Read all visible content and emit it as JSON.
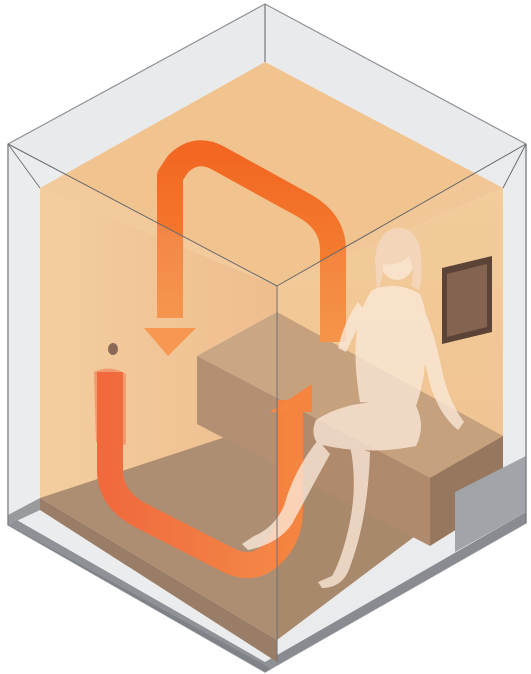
{
  "diagram": {
    "colors": {
      "background": "#ffffff",
      "glass_frame": "#c9cbcf",
      "floor_base": "#7f8287",
      "wall_back": "#f3c491",
      "wall_left": "#f0bd86",
      "ceiling": "#f1c38f",
      "floor": "#a27f5f",
      "bench": "#b18a66",
      "heat_arrow": "#f05a24",
      "heat_arrow_light": "#f58a3a",
      "person": "#fbe8d6",
      "wall_panel": "#6b4b3a"
    },
    "elements": [
      "glass-cabin",
      "heat-circulation-arrows",
      "bench",
      "seated-person",
      "wall-control-panel",
      "steam-heater"
    ]
  }
}
